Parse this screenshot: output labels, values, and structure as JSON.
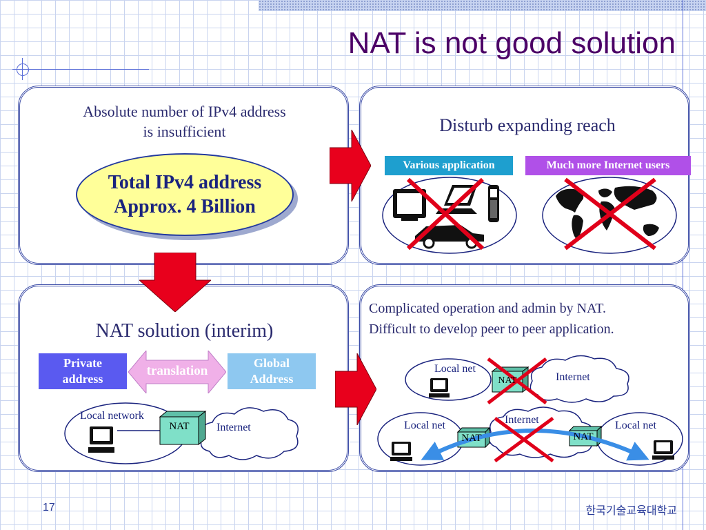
{
  "slide": {
    "title": "NAT is not good solution",
    "page_number": "17",
    "organization": "한국기술교육대학교"
  },
  "panel_tl": {
    "text_line1": "Absolute number of IPv4 address",
    "text_line2": "is insufficient",
    "ellipse_line1": "Total IPv4 address",
    "ellipse_line2": "Approx. 4 Billion"
  },
  "panel_tr": {
    "heading": "Disturb  expanding reach",
    "tag_left": "Various application",
    "tag_right": "Much more Internet users"
  },
  "panel_bl": {
    "heading": "NAT solution (interim)",
    "private_line1": "Private",
    "private_line2": "address",
    "translation": "translation",
    "global_line1": "Global",
    "global_line2": "Address",
    "local_network": "Local network",
    "nat": "NAT",
    "internet": "Internet"
  },
  "panel_br": {
    "text_line1": "Complicated operation and admin by NAT.",
    "text_line2": "Difficult to develop peer to peer application.",
    "top_local": "Local net",
    "top_nat": "NAT",
    "top_internet": "Internet",
    "bottom_local_left": "Local net",
    "bottom_internet": "Internet",
    "bottom_local_right": "Local net",
    "nat_left": "NAT",
    "nat_right": "NAT"
  },
  "colors": {
    "title": "#4b0066",
    "panel_border": "#3f4fa8",
    "arrow_red": "#e8001c",
    "tag_various": "#1e9fcf",
    "tag_users": "#b050e8",
    "private_box": "#5a5af0",
    "global_box": "#8ec8f0",
    "translation_arrow": "#f0b0e8",
    "nat_box": "#7fe0c8",
    "cross": "#e0001a"
  }
}
